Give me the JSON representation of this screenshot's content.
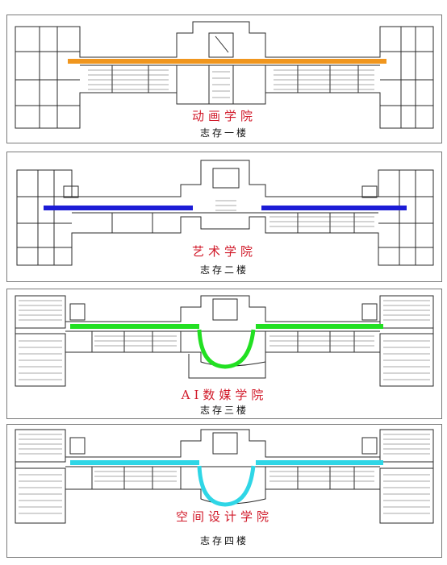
{
  "colors": {
    "walls": "#2a2a2a",
    "label_red": "#d11a2a",
    "floor_text": "#111111"
  },
  "floors": [
    {
      "college": "动画学院",
      "floor_label": "志存一楼",
      "corridor_color": "#f0961e"
    },
    {
      "college": "艺术学院",
      "floor_label": "志存二楼",
      "corridor_color": "#1c1cd6"
    },
    {
      "college": "AI数媒学院",
      "floor_label": "志存三楼",
      "corridor_color": "#22e022"
    },
    {
      "college": "空间设计学院",
      "floor_label": "志存四楼",
      "corridor_color": "#2fd6e6"
    }
  ]
}
